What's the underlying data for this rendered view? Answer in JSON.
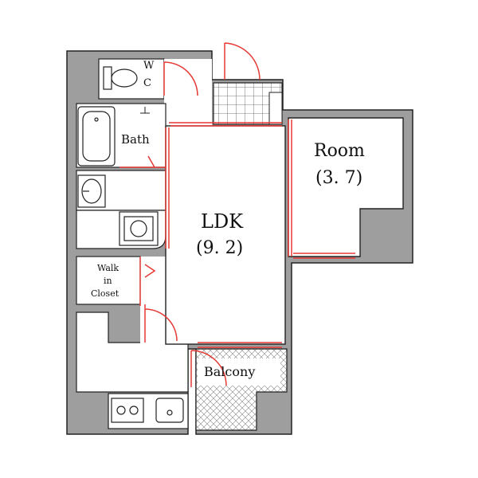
{
  "rooms": {
    "wc": {
      "line1": "W",
      "line2": "C"
    },
    "bath": "Bath",
    "ldk": {
      "name": "LDK",
      "size": "(9. 2)"
    },
    "room": {
      "name": "Room",
      "size": "(3. 7)"
    },
    "walk_in_closet": {
      "line1": "Walk",
      "line2": "in",
      "line3": "Closet"
    },
    "balcony": "Balcony"
  },
  "colors": {
    "wall": "#9e9e9e",
    "outline": "#222222",
    "door": "#e53935",
    "floor": "#ffffff"
  }
}
